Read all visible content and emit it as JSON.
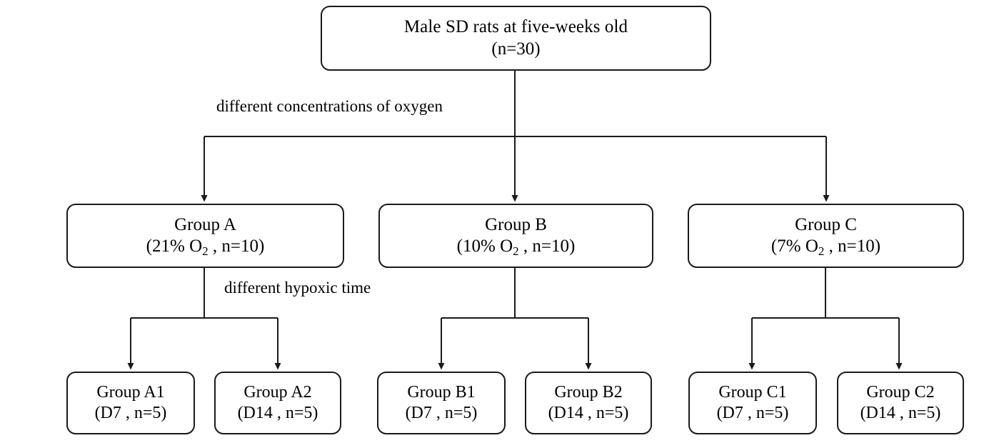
{
  "diagram": {
    "title": "Animal grouping flowchart",
    "colors": {
      "border": "#1a1a1a",
      "background": "#ffffff",
      "text": "#000000",
      "connector": "#1a1a1a"
    },
    "root": {
      "line1": "Male SD rats at five-weeks old",
      "line2": "(n=30)"
    },
    "edge_labels": {
      "level1": "different concentrations of oxygen",
      "level2": "different hypoxic time"
    },
    "groups": [
      {
        "id": "A",
        "line1": "Group A",
        "condition_prefix": "(21% O",
        "condition_subscript": "2",
        "condition_suffix": " , n=10)",
        "children": [
          {
            "id": "A1",
            "line1": "Group A1",
            "line2": "(D7 , n=5)"
          },
          {
            "id": "A2",
            "line1": "Group A2",
            "line2": "(D14 , n=5)"
          }
        ]
      },
      {
        "id": "B",
        "line1": "Group B",
        "condition_prefix": "(10% O",
        "condition_subscript": "2",
        "condition_suffix": " , n=10)",
        "children": [
          {
            "id": "B1",
            "line1": "Group B1",
            "line2": "(D7 , n=5)"
          },
          {
            "id": "B2",
            "line1": "Group B2",
            "line2": "(D14 , n=5)"
          }
        ]
      },
      {
        "id": "C",
        "line1": "Group C",
        "condition_prefix": "(7% O",
        "condition_subscript": "2",
        "condition_suffix": " , n=10)",
        "children": [
          {
            "id": "C1",
            "line1": "Group C1",
            "line2": "(D7 , n=5)"
          },
          {
            "id": "C2",
            "line1": "Group C2",
            "line2": "(D14 , n=5)"
          }
        ]
      }
    ]
  }
}
